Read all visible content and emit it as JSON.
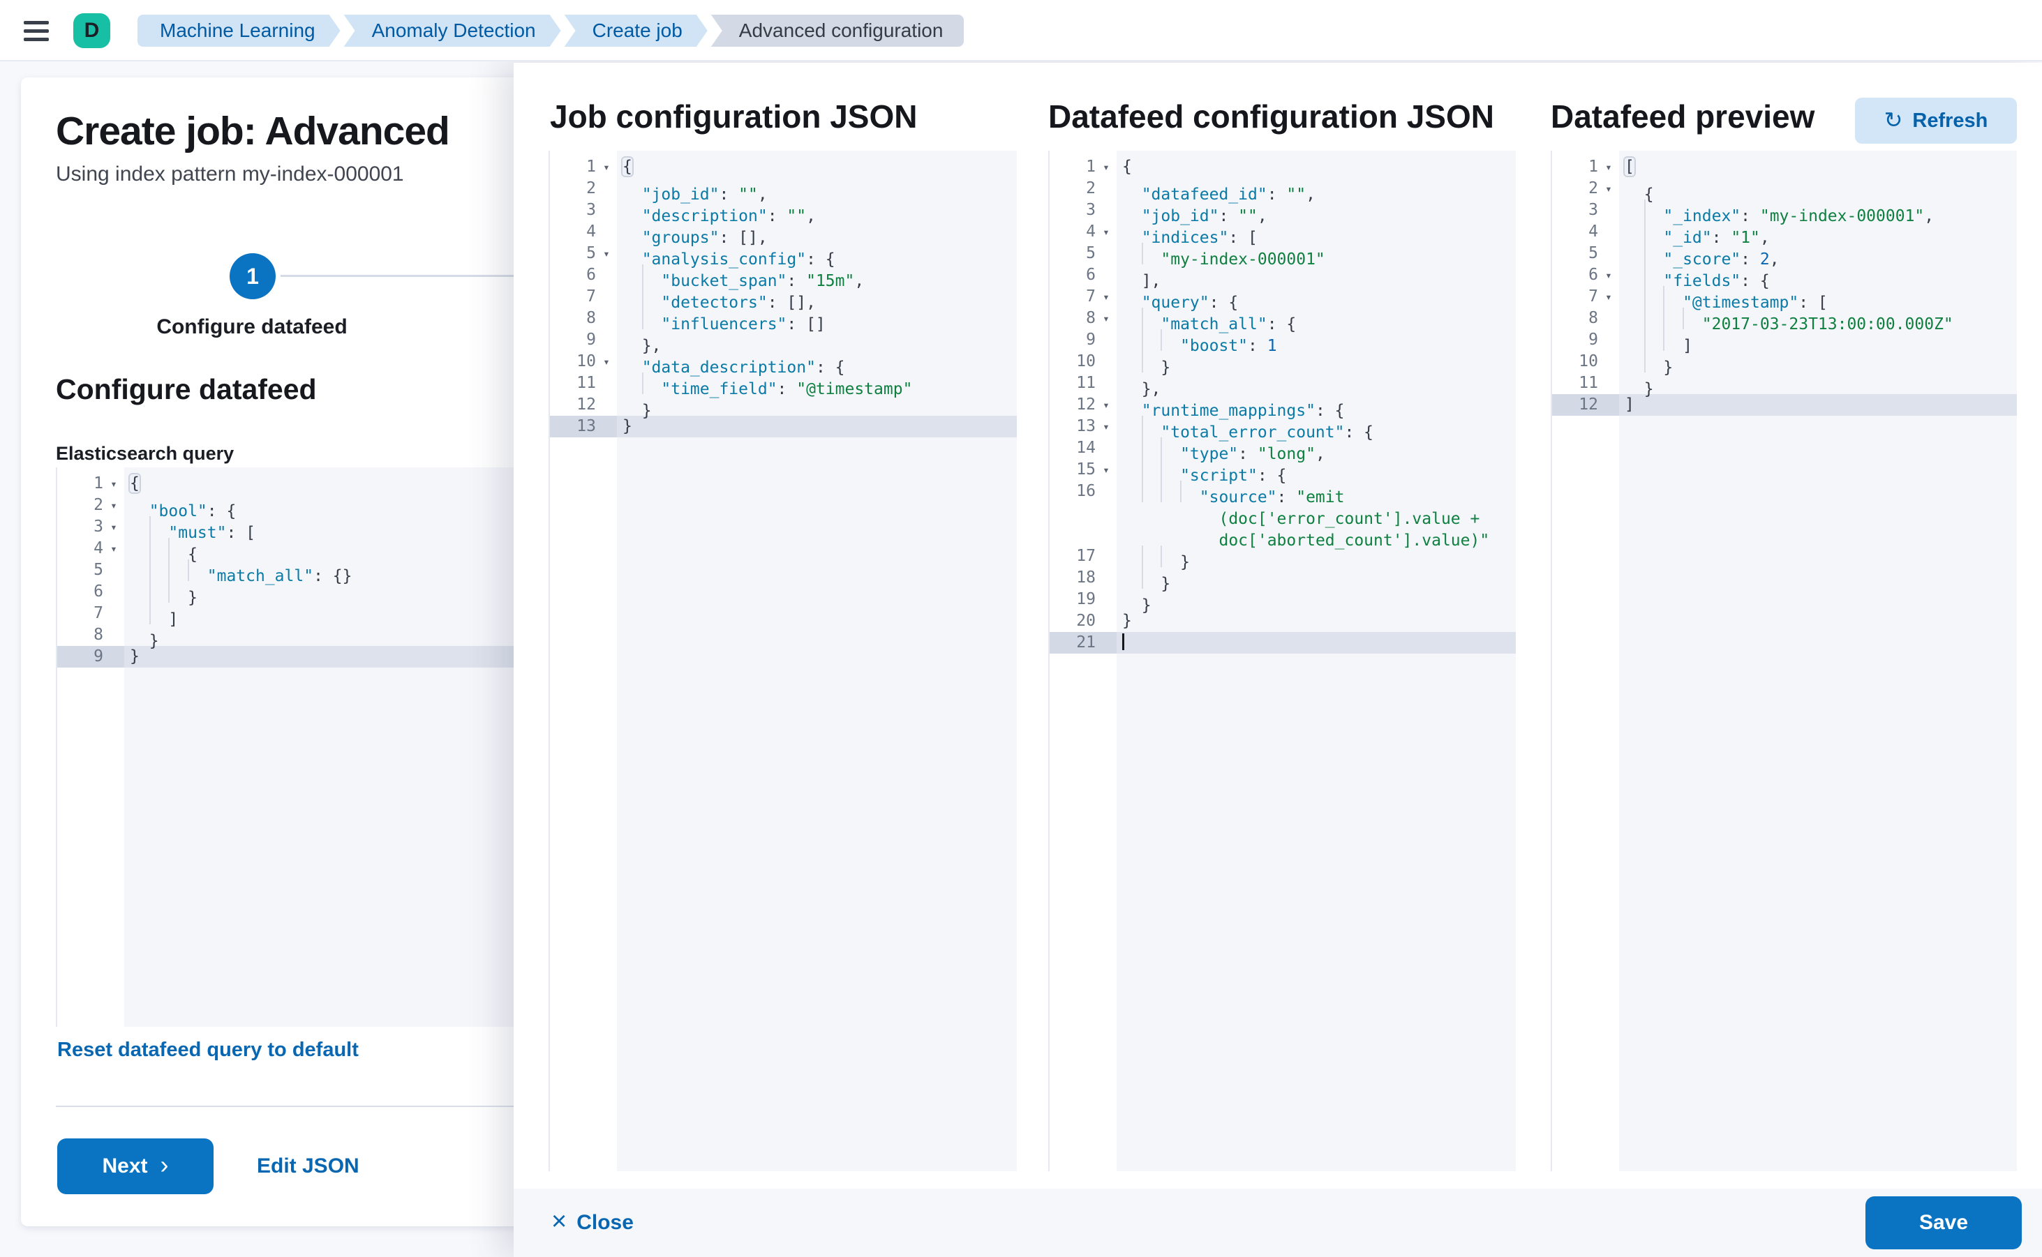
{
  "topbar": {
    "avatar_initial": "D",
    "breadcrumbs": [
      {
        "label": "Machine Learning",
        "current": false
      },
      {
        "label": "Anomaly Detection",
        "current": false
      },
      {
        "label": "Create job",
        "current": false
      },
      {
        "label": "Advanced configuration",
        "current": true
      }
    ]
  },
  "wizard": {
    "title": "Create job: Advanced",
    "subtitle": "Using index pattern my-index-000001",
    "step_number": "1",
    "step_label": "Configure datafeed",
    "section_heading": "Configure datafeed",
    "query_label": "Elasticsearch query",
    "reset_link": "Reset datafeed query to default",
    "next_button": "Next",
    "edit_json_link": "Edit JSON"
  },
  "flyout": {
    "panels": [
      {
        "title": "Job configuration JSON"
      },
      {
        "title": "Datafeed configuration JSON"
      },
      {
        "title": "Datafeed preview"
      }
    ],
    "refresh_button": "Refresh",
    "close_button": "Close",
    "save_button": "Save"
  },
  "icons": {
    "refresh": "↻",
    "close": "×",
    "chevron_right": "›",
    "fold": "▾"
  },
  "colors": {
    "primary": "#0a73c2",
    "link": "#0967b1",
    "avatar": "#17bfa4",
    "breadcrumb_bg": "#d0e4f6",
    "breadcrumb_current_bg": "#d3dae6",
    "editor_bg": "#f4f6fa",
    "active_line_bg": "#dde2ec",
    "syntax_key": "#0b7aa6",
    "syntax_string": "#0f8040",
    "syntax_number": "#0a66b2"
  },
  "editors": {
    "query": {
      "lines": [
        {
          "n": "1",
          "f": true,
          "ind": 0,
          "brk": true,
          "segs": [
            [
              "p",
              "{"
            ]
          ]
        },
        {
          "n": "2",
          "f": true,
          "ind": 1,
          "segs": [
            [
              "k",
              "\"bool\""
            ],
            [
              "p",
              ": {"
            ]
          ]
        },
        {
          "n": "3",
          "f": true,
          "ind": 2,
          "segs": [
            [
              "k",
              "\"must\""
            ],
            [
              "p",
              ": ["
            ]
          ]
        },
        {
          "n": "4",
          "f": true,
          "ind": 3,
          "segs": [
            [
              "p",
              "{"
            ]
          ]
        },
        {
          "n": "5",
          "ind": 4,
          "segs": [
            [
              "k",
              "\"match_all\""
            ],
            [
              "p",
              ": {}"
            ]
          ]
        },
        {
          "n": "6",
          "ind": 3,
          "segs": [
            [
              "p",
              "}"
            ]
          ]
        },
        {
          "n": "7",
          "ind": 2,
          "segs": [
            [
              "p",
              "]"
            ]
          ]
        },
        {
          "n": "8",
          "ind": 1,
          "segs": [
            [
              "p",
              "}"
            ]
          ]
        },
        {
          "n": "9",
          "ind": 0,
          "hl": true,
          "segs": [
            [
              "p",
              "}"
            ]
          ]
        }
      ]
    },
    "job": {
      "lines": [
        {
          "n": "1",
          "f": true,
          "ind": 0,
          "brk": true,
          "segs": [
            [
              "p",
              "{"
            ]
          ]
        },
        {
          "n": "2",
          "ind": 1,
          "segs": [
            [
              "k",
              "\"job_id\""
            ],
            [
              "p",
              ": "
            ],
            [
              "s",
              "\"\""
            ],
            [
              "p",
              ","
            ]
          ]
        },
        {
          "n": "3",
          "ind": 1,
          "segs": [
            [
              "k",
              "\"description\""
            ],
            [
              "p",
              ": "
            ],
            [
              "s",
              "\"\""
            ],
            [
              "p",
              ","
            ]
          ]
        },
        {
          "n": "4",
          "ind": 1,
          "segs": [
            [
              "k",
              "\"groups\""
            ],
            [
              "p",
              ": [],"
            ]
          ]
        },
        {
          "n": "5",
          "f": true,
          "ind": 1,
          "segs": [
            [
              "k",
              "\"analysis_config\""
            ],
            [
              "p",
              ": {"
            ]
          ]
        },
        {
          "n": "6",
          "ind": 2,
          "segs": [
            [
              "k",
              "\"bucket_span\""
            ],
            [
              "p",
              ": "
            ],
            [
              "s",
              "\"15m\""
            ],
            [
              "p",
              ","
            ]
          ]
        },
        {
          "n": "7",
          "ind": 2,
          "segs": [
            [
              "k",
              "\"detectors\""
            ],
            [
              "p",
              ": [],"
            ]
          ]
        },
        {
          "n": "8",
          "ind": 2,
          "segs": [
            [
              "k",
              "\"influencers\""
            ],
            [
              "p",
              ": []"
            ]
          ]
        },
        {
          "n": "9",
          "ind": 1,
          "segs": [
            [
              "p",
              "},"
            ]
          ]
        },
        {
          "n": "10",
          "f": true,
          "ind": 1,
          "segs": [
            [
              "k",
              "\"data_description\""
            ],
            [
              "p",
              ": {"
            ]
          ]
        },
        {
          "n": "11",
          "ind": 2,
          "segs": [
            [
              "k",
              "\"time_field\""
            ],
            [
              "p",
              ": "
            ],
            [
              "s",
              "\"@timestamp\""
            ]
          ]
        },
        {
          "n": "12",
          "ind": 1,
          "segs": [
            [
              "p",
              "}"
            ]
          ]
        },
        {
          "n": "13",
          "ind": 0,
          "hl": true,
          "segs": [
            [
              "p",
              "}"
            ]
          ]
        }
      ]
    },
    "datafeed": {
      "lines": [
        {
          "n": "1",
          "f": true,
          "ind": 0,
          "segs": [
            [
              "p",
              "{"
            ]
          ]
        },
        {
          "n": "2",
          "ind": 1,
          "segs": [
            [
              "k",
              "\"datafeed_id\""
            ],
            [
              "p",
              ": "
            ],
            [
              "s",
              "\"\""
            ],
            [
              "p",
              ","
            ]
          ]
        },
        {
          "n": "3",
          "ind": 1,
          "segs": [
            [
              "k",
              "\"job_id\""
            ],
            [
              "p",
              ": "
            ],
            [
              "s",
              "\"\""
            ],
            [
              "p",
              ","
            ]
          ]
        },
        {
          "n": "4",
          "f": true,
          "ind": 1,
          "segs": [
            [
              "k",
              "\"indices\""
            ],
            [
              "p",
              ": ["
            ]
          ]
        },
        {
          "n": "5",
          "ind": 2,
          "segs": [
            [
              "s",
              "\"my-index-000001\""
            ]
          ]
        },
        {
          "n": "6",
          "ind": 1,
          "segs": [
            [
              "p",
              "],"
            ]
          ]
        },
        {
          "n": "7",
          "f": true,
          "ind": 1,
          "segs": [
            [
              "k",
              "\"query\""
            ],
            [
              "p",
              ": {"
            ]
          ]
        },
        {
          "n": "8",
          "f": true,
          "ind": 2,
          "segs": [
            [
              "k",
              "\"match_all\""
            ],
            [
              "p",
              ": {"
            ]
          ]
        },
        {
          "n": "9",
          "ind": 3,
          "segs": [
            [
              "k",
              "\"boost\""
            ],
            [
              "p",
              ": "
            ],
            [
              "n",
              "1"
            ]
          ]
        },
        {
          "n": "10",
          "ind": 2,
          "segs": [
            [
              "p",
              "}"
            ]
          ]
        },
        {
          "n": "11",
          "ind": 1,
          "segs": [
            [
              "p",
              "},"
            ]
          ]
        },
        {
          "n": "12",
          "f": true,
          "ind": 1,
          "segs": [
            [
              "k",
              "\"runtime_mappings\""
            ],
            [
              "p",
              ": {"
            ]
          ]
        },
        {
          "n": "13",
          "f": true,
          "ind": 2,
          "segs": [
            [
              "k",
              "\"total_error_count\""
            ],
            [
              "p",
              ": {"
            ]
          ]
        },
        {
          "n": "14",
          "ind": 3,
          "segs": [
            [
              "k",
              "\"type\""
            ],
            [
              "p",
              ": "
            ],
            [
              "s",
              "\"long\""
            ],
            [
              "p",
              ","
            ]
          ]
        },
        {
          "n": "15",
          "f": true,
          "ind": 3,
          "segs": [
            [
              "k",
              "\"script\""
            ],
            [
              "p",
              ": {"
            ]
          ]
        },
        {
          "n": "16",
          "ind": 4,
          "segs": [
            [
              "k",
              "\"source\""
            ],
            [
              "p",
              ": "
            ],
            [
              "s",
              "\"emit"
            ]
          ]
        },
        {
          "n": "",
          "w": true,
          "ind": 5,
          "segs": [
            [
              "s",
              "(doc['error_count'].value +"
            ]
          ]
        },
        {
          "n": "",
          "w": true,
          "ind": 5,
          "segs": [
            [
              "s",
              "doc['aborted_count'].value)\""
            ]
          ]
        },
        {
          "n": "17",
          "ind": 3,
          "segs": [
            [
              "p",
              "}"
            ]
          ]
        },
        {
          "n": "18",
          "ind": 2,
          "segs": [
            [
              "p",
              "}"
            ]
          ]
        },
        {
          "n": "19",
          "ind": 1,
          "segs": [
            [
              "p",
              "}"
            ]
          ]
        },
        {
          "n": "20",
          "ind": 0,
          "segs": [
            [
              "p",
              "}"
            ]
          ]
        },
        {
          "n": "21",
          "ind": 0,
          "hl": true,
          "cur": true,
          "segs": []
        }
      ]
    },
    "preview": {
      "lines": [
        {
          "n": "1",
          "f": true,
          "ind": 0,
          "brk": true,
          "segs": [
            [
              "p",
              "["
            ]
          ]
        },
        {
          "n": "2",
          "f": true,
          "ind": 1,
          "segs": [
            [
              "p",
              "{"
            ]
          ]
        },
        {
          "n": "3",
          "ind": 2,
          "segs": [
            [
              "k",
              "\"_index\""
            ],
            [
              "p",
              ": "
            ],
            [
              "s",
              "\"my-index-000001\""
            ],
            [
              "p",
              ","
            ]
          ]
        },
        {
          "n": "4",
          "ind": 2,
          "segs": [
            [
              "k",
              "\"_id\""
            ],
            [
              "p",
              ": "
            ],
            [
              "s",
              "\"1\""
            ],
            [
              "p",
              ","
            ]
          ]
        },
        {
          "n": "5",
          "ind": 2,
          "segs": [
            [
              "k",
              "\"_score\""
            ],
            [
              "p",
              ": "
            ],
            [
              "n",
              "2"
            ],
            [
              "p",
              ","
            ]
          ]
        },
        {
          "n": "6",
          "f": true,
          "ind": 2,
          "segs": [
            [
              "k",
              "\"fields\""
            ],
            [
              "p",
              ": {"
            ]
          ]
        },
        {
          "n": "7",
          "f": true,
          "ind": 3,
          "segs": [
            [
              "k",
              "\"@timestamp\""
            ],
            [
              "p",
              ": ["
            ]
          ]
        },
        {
          "n": "8",
          "ind": 4,
          "segs": [
            [
              "s",
              "\"2017-03-23T13:00:00.000Z\""
            ]
          ]
        },
        {
          "n": "9",
          "ind": 3,
          "segs": [
            [
              "p",
              "]"
            ]
          ]
        },
        {
          "n": "10",
          "ind": 2,
          "segs": [
            [
              "p",
              "}"
            ]
          ]
        },
        {
          "n": "11",
          "ind": 1,
          "segs": [
            [
              "p",
              "}"
            ]
          ]
        },
        {
          "n": "12",
          "ind": 0,
          "hl": true,
          "segs": [
            [
              "p",
              "]"
            ]
          ]
        }
      ]
    }
  }
}
